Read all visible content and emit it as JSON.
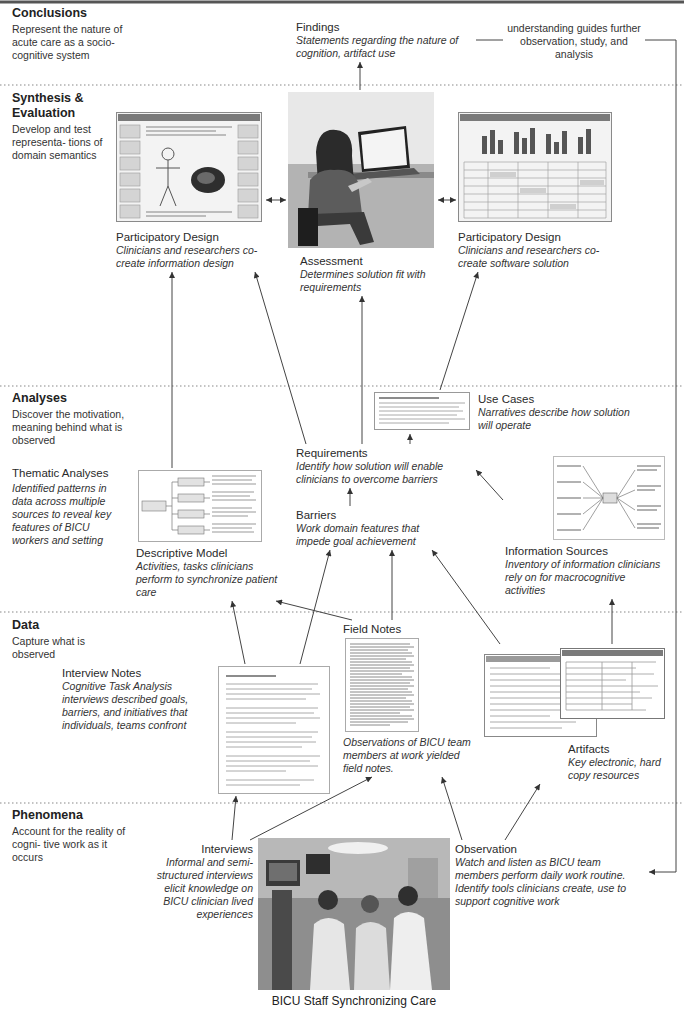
{
  "diagram": {
    "nodes": [
      {
        "text": [
          "Findings",
          "Statements regarding the nature of cognition, artifact use"
        ]
      },
      {
        "text": [
          "understanding guides further observation, study, and analysis"
        ]
      },
      {
        "text": [
          "Participatory Design",
          "Clinicians and researchers co-create information design"
        ]
      },
      {
        "text": [
          "Assessment",
          "Determines solution fit with requirements"
        ]
      },
      {
        "text": [
          "Participatory Design",
          "Clinicians and researchers co-create software solution"
        ]
      },
      {
        "text": [
          "Use Cases",
          "Narratives describe how solution will operate"
        ]
      },
      {
        "text": [
          "Requirements",
          "Identify how solution will enable clinicians to overcome barriers"
        ]
      },
      {
        "text": [
          "Barriers",
          "Work domain features that impede goal achievement"
        ]
      },
      {
        "text": [
          "Descriptive Model",
          "Activities, tasks clinicians perform to synchronize patient care"
        ]
      },
      {
        "text": [
          "Information Sources",
          "Inventory of information clinicians rely on for macrocognitive activities"
        ]
      },
      {
        "text": [
          "Interview Notes",
          "Cognitive Task Analysis interviews described goals, barriers, and initiatives that individuals, teams confront"
        ]
      },
      {
        "text": [
          "Field Notes",
          "Observations of BICU team members at work yielded field notes."
        ]
      },
      {
        "text": [
          "Artifacts",
          "Key electronic, hard copy resources"
        ]
      },
      {
        "text": [
          "Interviews",
          "Informal and semi-structured interviews elicit knowledge on BICU clinician lived experiences"
        ]
      },
      {
        "text": [
          "Observation",
          "Watch and listen as BICU team members perform daily work routine. Identify tools clinicians create, use to support cognitive work"
        ]
      }
    ],
    "edges": [
      {
        "from": 0,
        "to": 1,
        "arrow": "none"
      },
      {
        "from": 1,
        "to": 14,
        "arrow": "to"
      },
      {
        "from": 3,
        "to": 0,
        "arrow": "to"
      },
      {
        "from": 3,
        "to": 2,
        "arrow": "both"
      },
      {
        "from": 3,
        "to": 4,
        "arrow": "both"
      },
      {
        "from": 8,
        "to": 2,
        "arrow": "to"
      },
      {
        "from": 6,
        "to": 2,
        "arrow": "to"
      },
      {
        "from": 6,
        "to": 3,
        "arrow": "to"
      },
      {
        "from": 5,
        "to": 4,
        "arrow": "to"
      },
      {
        "from": 6,
        "to": 5,
        "arrow": "to"
      },
      {
        "from": 7,
        "to": 6,
        "arrow": "to"
      },
      {
        "from": 9,
        "to": 6,
        "arrow": "to"
      },
      {
        "from": 10,
        "to": 8,
        "arrow": "to"
      },
      {
        "from": 11,
        "to": 8,
        "arrow": "to"
      },
      {
        "from": 10,
        "to": 7,
        "arrow": "to"
      },
      {
        "from": 11,
        "to": 7,
        "arrow": "to"
      },
      {
        "from": 12,
        "to": 7,
        "arrow": "to"
      },
      {
        "from": 12,
        "to": 9,
        "arrow": "to"
      },
      {
        "from": 13,
        "to": 10,
        "arrow": "to"
      },
      {
        "from": 13,
        "to": 11,
        "arrow": "to"
      },
      {
        "from": 14,
        "to": 11,
        "arrow": "to"
      },
      {
        "from": 14,
        "to": 12,
        "arrow": "to"
      }
    ],
    "labels": [
      "Conclusions",
      "Represent the nature of acute care as a socio-cognitive system",
      "Synthesis & Evaluation",
      "Develop and test representa- tions of domain semantics",
      "Analyses",
      "Discover the motivation, meaning behind what is observed",
      "Thematic Analyses",
      "Identified patterns in data across multiple sources to reveal key features of BICU workers and setting",
      "Data",
      "Capture what is observed",
      "Phenomena",
      "Account for the reality of cogni- tive work as it occurs",
      "BICU Staff Synchronizing Care"
    ]
  }
}
